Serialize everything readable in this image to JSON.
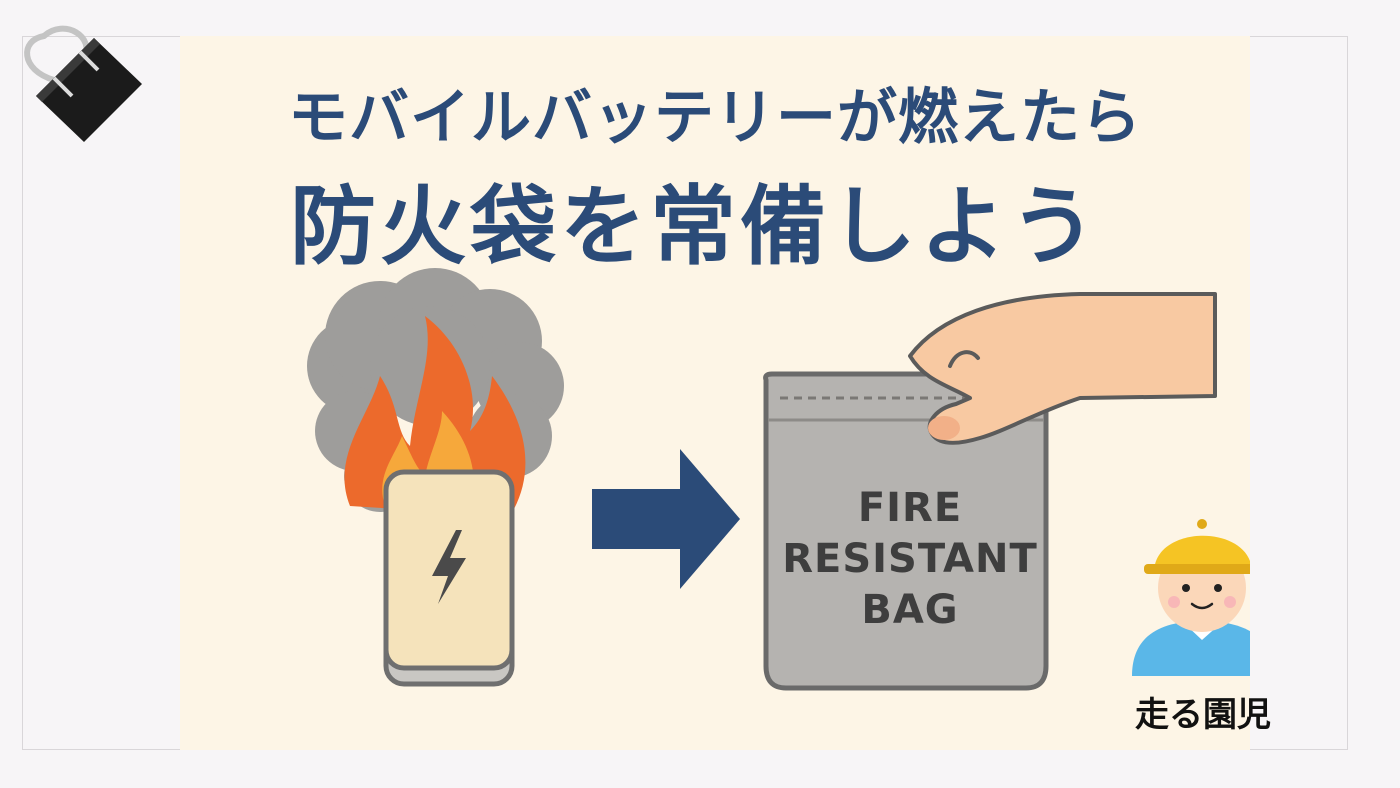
{
  "headline": {
    "line1": "モバイルバッテリーが燃えたら",
    "line2": "防火袋を常備しよう"
  },
  "bag": {
    "label_lines": [
      "FIRE",
      "RESISTANT",
      "BAG"
    ]
  },
  "author": {
    "name": "走る園児"
  },
  "colors": {
    "title": "#2b4b78",
    "arrow": "#2b4b78",
    "background": "#fdf5e6",
    "flame": "#ec6a2c",
    "flame_inner": "#f6a83b",
    "smoke": "#8e8e8e",
    "bag": "#b5b3b0",
    "battery": "#f5e3bb",
    "helmet": "#f5c424",
    "shirt": "#5ab7e8",
    "skin": "#fbd7b9"
  },
  "icons": {
    "clip": "binder-clip-icon",
    "battery_bolt": "lightning-bolt-icon",
    "arrow": "right-arrow-icon",
    "hand": "hand-icon",
    "mascot": "child-mascot-icon"
  }
}
